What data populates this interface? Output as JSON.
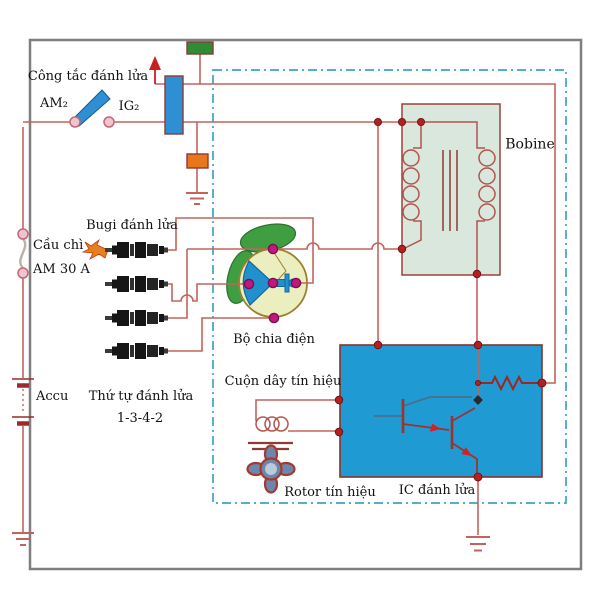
{
  "diagram_type": "ignition-system-circuit",
  "labels": {
    "ignition_switch": "Công tắc đánh lửa",
    "terminal_am2": "AM₂",
    "terminal_ig2": "IG₂",
    "fuse_name": "Cầu chì",
    "fuse_rating": "AM 30 A",
    "battery": "Accu",
    "spark_plugs": "Bugi đánh lửa",
    "firing_order_title": "Thứ tự đánh lửa",
    "firing_order": "1-3-4-2",
    "distributor": "Bộ chia điện",
    "signal_coil": "Cuộn dây tín hiệu",
    "signal_rotor": "Rotor tín hiệu",
    "ignition_ic": "IC đánh lửa",
    "ignition_coil": "Bobine"
  },
  "colors": {
    "wire": "#c4635d",
    "boundary_dashed": "#3fa3c2",
    "outer_border": "#7f7f7f",
    "ic_block": "#1f9ad3",
    "coil_block": "#d9e7dc",
    "switch_block": "#2e8fd5",
    "green_block": "#2e8b36",
    "orange_block": "#e8761c",
    "distributor_cap": "#ebefc0",
    "distributor_green": "#3f9e42",
    "rotor_blue": "#2191ce",
    "contact_magenta": "#c2187e",
    "junction_dot": "#b22020",
    "terminal_pink": "#f2c3cd",
    "spark_orange": "#e88020",
    "text": "#111111"
  }
}
